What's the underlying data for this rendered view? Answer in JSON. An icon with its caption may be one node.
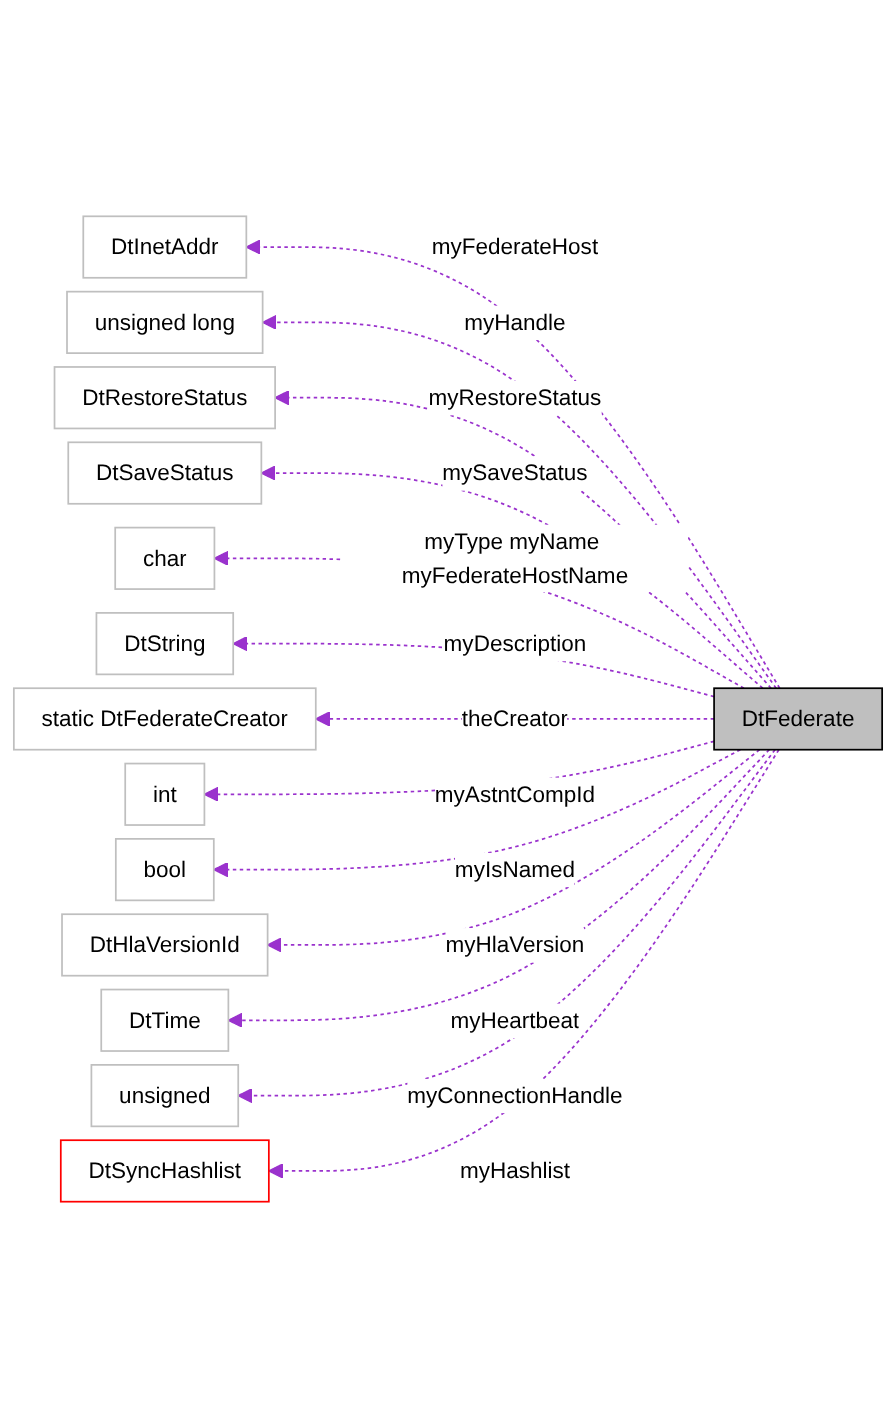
{
  "diagram": {
    "nodes": [
      {
        "text": [
          "DtInetAddr"
        ]
      },
      {
        "text": [
          "unsigned long"
        ]
      },
      {
        "text": [
          "DtRestoreStatus"
        ]
      },
      {
        "text": [
          "DtSaveStatus"
        ]
      },
      {
        "text": [
          "char"
        ]
      },
      {
        "text": [
          "DtString"
        ]
      },
      {
        "text": [
          "static DtFederateCreator"
        ]
      },
      {
        "text": [
          "DtFederate"
        ]
      },
      {
        "text": [
          "int"
        ]
      },
      {
        "text": [
          "bool"
        ]
      },
      {
        "text": [
          "DtHlaVersionId"
        ]
      },
      {
        "text": [
          "DtTime"
        ]
      },
      {
        "text": [
          "unsigned"
        ]
      },
      {
        "text": [
          "DtSyncHashlist"
        ]
      }
    ],
    "edges": [
      {
        "from": 7,
        "to": 0,
        "arrow": "to",
        "style": "dashed",
        "label": "myFederateHost"
      },
      {
        "from": 7,
        "to": 1,
        "arrow": "to",
        "style": "dashed",
        "label": "myHandle"
      },
      {
        "from": 7,
        "to": 2,
        "arrow": "to",
        "style": "dashed",
        "label": "myRestoreStatus"
      },
      {
        "from": 7,
        "to": 3,
        "arrow": "to",
        "style": "dashed",
        "label": "mySaveStatus"
      },
      {
        "from": 7,
        "to": 4,
        "arrow": "to",
        "style": "dashed",
        "label": "myType myName myFederateHostName"
      },
      {
        "from": 7,
        "to": 5,
        "arrow": "to",
        "style": "dashed",
        "label": "myDescription"
      },
      {
        "from": 7,
        "to": 6,
        "arrow": "to",
        "style": "dashed",
        "label": "theCreator"
      },
      {
        "from": 7,
        "to": 8,
        "arrow": "to",
        "style": "dashed",
        "label": "myAstntCompId"
      },
      {
        "from": 7,
        "to": 9,
        "arrow": "to",
        "style": "dashed",
        "label": "myIsNamed"
      },
      {
        "from": 7,
        "to": 10,
        "arrow": "to",
        "style": "dashed",
        "label": "myHlaVersion"
      },
      {
        "from": 7,
        "to": 11,
        "arrow": "to",
        "style": "dashed",
        "label": "myHeartbeat"
      },
      {
        "from": 7,
        "to": 12,
        "arrow": "to",
        "style": "dashed",
        "label": "myConnectionHandle"
      },
      {
        "from": 7,
        "to": 13,
        "arrow": "to",
        "style": "dashed",
        "label": "myHashlist"
      }
    ]
  }
}
